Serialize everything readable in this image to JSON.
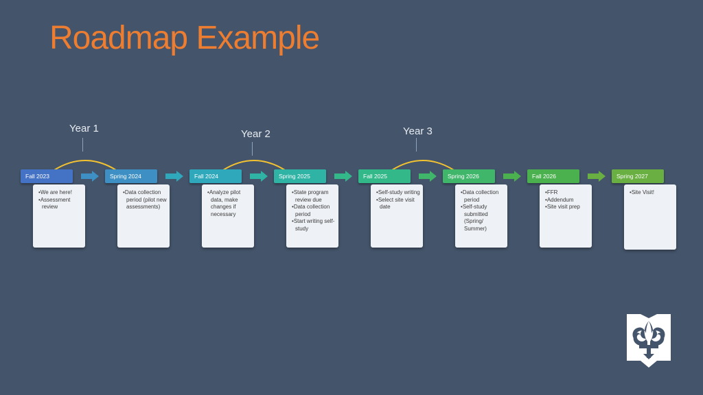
{
  "title": "Roadmap Example",
  "years": [
    "Year 1",
    "Year 2",
    "Year 3"
  ],
  "stages": [
    {
      "label": "Fall 2023",
      "color": "#4472c4",
      "items": [
        "We are here!",
        "Assessment review"
      ]
    },
    {
      "label": "Spring 2024",
      "color": "#3d8fc4",
      "items": [
        "Data collection period (pilot new assessments)"
      ]
    },
    {
      "label": "Fall 2024",
      "color": "#2fa8bb",
      "items": [
        "Analyze pilot data, make changes if necessary"
      ]
    },
    {
      "label": "Spring 2025",
      "color": "#2eb3a4",
      "items": [
        "State program review due",
        "Data collection period",
        "Start writing self-study"
      ]
    },
    {
      "label": "Fall 2025",
      "color": "#33b88a",
      "items": [
        "Self-study writing",
        "Select site visit date"
      ]
    },
    {
      "label": "Spring 2026",
      "color": "#40b66b",
      "items": [
        "Data collection period",
        "Self-study submitted (Spring/ Summer)"
      ]
    },
    {
      "label": "Fall 2026",
      "color": "#4bb14e",
      "items": [
        "FFR",
        "Addendum",
        "Site visit prep"
      ]
    },
    {
      "label": "Spring 2027",
      "color": "#6aaf41",
      "items": [
        "Site Visit!"
      ]
    }
  ],
  "colors": {
    "background": "#44546a",
    "title": "#ed7d31",
    "arc": "#f2c230"
  },
  "icons": {
    "logo": "fleur-de-lis-icon",
    "arrow": "right-arrow-icon"
  }
}
